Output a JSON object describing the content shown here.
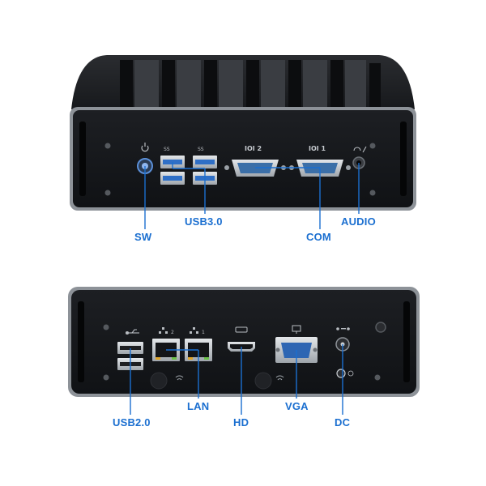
{
  "colors": {
    "background": "#ffffff",
    "chassis": "#1c1e22",
    "chassis_edge": "#8d9298",
    "panel": "#111316",
    "usb3_blue": "#2f6fc6",
    "callout": "#1b6fd0",
    "port_metal": "#c9cdd1"
  },
  "front_unit": {
    "port_markings": {
      "com2": "IOI 2",
      "com1": "IOI 1",
      "usb3_a": "SS",
      "usb3_b": "SS"
    },
    "icons": [
      "power-icon",
      "usb-ss-icon",
      "headset-mic-icon"
    ],
    "callouts": {
      "sw": "SW",
      "usb3": "USB3.0",
      "com": "COM",
      "audio": "AUDIO"
    }
  },
  "rear_unit": {
    "port_markings": {
      "lan2": "2",
      "lan1": "1"
    },
    "icons": [
      "usb-icon",
      "network-icon",
      "hdmi-icon",
      "monitor-icon",
      "dc-polarity-icon",
      "wifi-icon"
    ],
    "callouts": {
      "usb2": "USB2.0",
      "lan": "LAN",
      "hd": "HD",
      "vga": "VGA",
      "dc": "DC"
    }
  }
}
